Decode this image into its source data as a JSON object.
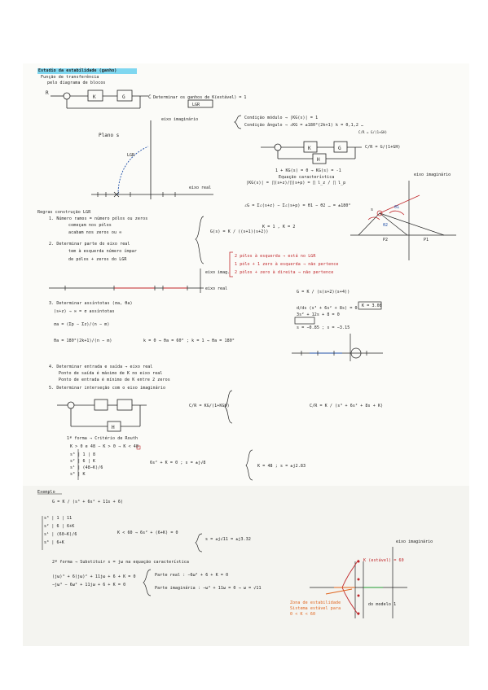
{
  "header": {
    "title": "Estudio da estabilidade (ganho)",
    "line1": "Função de transferência",
    "line2": "pelo diagrama de blocos"
  },
  "block1": {
    "k": "K",
    "g": "G",
    "r": "R",
    "c": "C",
    "note": "Determinar os ganhos de K(estável) = 1",
    "box": "LGR"
  },
  "plane1": {
    "title": "Plano s",
    "imag": "eixo imaginário",
    "real": "eixo real",
    "arrow": "LGR"
  },
  "conditions": {
    "c1": "Condição módulo → |KG(s)| = 1",
    "c2": "Condição ângulo → ∠KG = ±180°(2k+1)  k = 0,1,2 …",
    "c3": "Equação característica",
    "eq": "1 + KG(s) = 0 → KG(s) = -1"
  },
  "block2": {
    "k": "K",
    "g": "G",
    "h": "H",
    "tf": "C/R = G/(1+GH)"
  },
  "mod_eq": {
    "lhs": "|KG(s)| =",
    "frac": "∏(s+z)/∏(s+p) = ∏ l_z / ∏ l_p"
  },
  "angle_eq": {
    "text": "∠G = Σ∠(s+z) − Σ∠(s+p) = θ1 − θ2 … = ±180°"
  },
  "polar": {
    "axis": "eixo imaginário",
    "labels": [
      "θ1",
      "θ2",
      "P1",
      "P2",
      "s"
    ]
  },
  "rules": {
    "head": "Regras construção LGR",
    "r1": "1. Número ramos = número pólos ou zeros",
    "r1a": "começam nos pólos",
    "r1b": "acabam nos zeros ou ∞",
    "r2": "2. Determinar parte do eixo real",
    "r2a": "tem à esquerda número ímpar",
    "r2b": "de pólos + zeros do LGR",
    "side": "G(s) = K / ((s+1)(s+2))",
    "cond": "K = 1 , K = 2"
  },
  "colored_notes": {
    "n1": "2 pólos à esquerda → está no LGR",
    "n2": "1 pólo + 1 zero à esquerda → não pertence",
    "n3": "2 pólos + zero à direita → não pertence"
  },
  "axis_small": {
    "imag": "eixo imag.",
    "real": "eixo real"
  },
  "asymptotes": {
    "head": "3. Determinar assíntotas (σa, θa)",
    "eq1": "(s+z) → ∞ = σ assíntotas",
    "sigma": "σa = (Σp − Σz)/(n − m)",
    "theta": "θa = 180°(2k+1)/(n − m)",
    "vals": "k = 0 → θa = 60° ; k = 1 → θa = 180°"
  },
  "right_calc": {
    "g": "G = K / (s(s+2)(s+4))",
    "d": "d/ds (s³ + 6s² + 8s) = 0",
    "res": "3s² + 12s + 8 = 0",
    "s": "s = −0.85 ; s = −3.15",
    "k": "K = 3.08"
  },
  "breakaway": {
    "r4": "4. Determinar entrada e saída → eixo real",
    "r4a": "Ponto de saída é máximo de K no eixo real",
    "r4b": "Ponto de entrada é mínimo de K entre 2 zeros",
    "r5": "5. Determinar interseção com o eixo imaginário"
  },
  "block3": {
    "h": "H",
    "tf1": "C/R = KG/(1+KGH)",
    "tf2": "C/R = K / (s³ + 6s² + 8s + K)"
  },
  "routh": {
    "head": "1ª forma → Critério de Routh",
    "l1": "K > 0  e  48 − K > 0 → K < 48",
    "rows": [
      "s³ | 1 | 8",
      "s² | 6 | K",
      "s¹ | (48−K)/6",
      "s⁰ | K"
    ],
    "sys": "6s² + K = 0 ; s = ±j√8",
    "res": "K = 48 ; s = ±j2.83"
  },
  "example": {
    "head": "Exemplo",
    "g": "G = K / (s³ + 6s² + 11s + 6)",
    "rows": [
      "s³ | 1 | 11",
      "s² | 6 | 6+K",
      "s¹ | (60−K)/6",
      "s⁰ | 6+K"
    ],
    "r1": "K < 60 → 6s² + (6+K) = 0",
    "r2": "s = ±j√11 = ±j3.32",
    "r3": "2ª forma → Substituir s = jω na equação característica",
    "r4": "Parte real : −6ω² + 6 + K = 0",
    "r5": "Parte imaginária : −ω³ + 11ω = 0 → ω = √11",
    "r6": "(jω)³ + 6(jω)² + 11jω + 6 + K = 0",
    "r7": "−jω³ − 6ω² + 11jω + 6 + K = 0"
  },
  "root_plot": {
    "axis": "eixo imaginário",
    "label_red": "K (estável) = 60",
    "note1": "Zona de estabilidade",
    "note2": "Sistema estável para",
    "note3": "0 < K < 60",
    "note4": "do modelo 1"
  }
}
